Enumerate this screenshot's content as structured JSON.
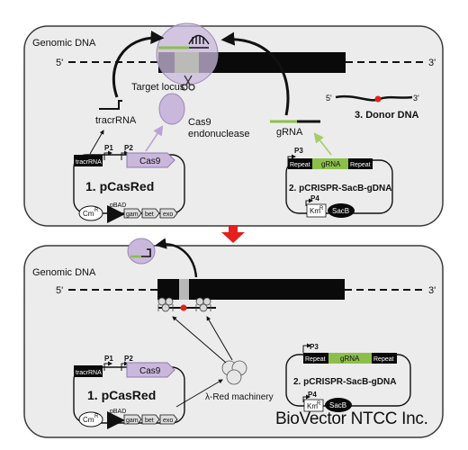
{
  "top": {
    "genomic_dna": "Genomic DNA",
    "five_prime": "5'",
    "three_prime": "3'",
    "target_locus": "Target locus",
    "tracrrna": "tracrRNA",
    "cas9_label_1": "Cas9",
    "cas9_label_2": "endonuclease",
    "grna": "gRNA",
    "donor_5": "5'",
    "donor_3": "3'",
    "donor_label": "3. Donor DNA",
    "pcasred": {
      "name": "1. pCasRed",
      "tracrrna_box": "tracrRNA",
      "cas9_box": "Cas9",
      "p1": "P1",
      "p2": "P2",
      "pbad": "pBAD",
      "cm": "Cm",
      "cm_sup": "R",
      "gam": "gam",
      "bet": "bet",
      "exo": "exo"
    },
    "pcrispr": {
      "name": "2. pCRISPR-SacB-gDNA",
      "repeat_left": "Repeat",
      "grna_box": "gRNA",
      "repeat_right": "Repeat",
      "p3": "P3",
      "p4": "P4",
      "km": "Km",
      "km_sup": "R",
      "sacb": "SacB"
    }
  },
  "bottom": {
    "genomic_dna": "Genomic DNA",
    "five_prime": "5'",
    "three_prime": "3'",
    "lambda_red": "λ-Red machinery",
    "pcasred": {
      "name": "1. pCasRed",
      "tracrrna_box": "tracrRNA",
      "cas9_box": "Cas9",
      "p1": "P1",
      "p2": "P2",
      "pbad": "pBAD",
      "cm": "Cm",
      "cm_sup": "R",
      "gam": "gam",
      "bet": "bet",
      "exo": "exo"
    },
    "pcrispr": {
      "name": "2. pCRISPR-SacB-gDNA",
      "repeat_left": "Repeat",
      "grna_box": "gRNA",
      "repeat_right": "Repeat",
      "p3": "P3",
      "p4": "P4",
      "km": "Km",
      "km_sup": "R",
      "sacb": "SacB"
    }
  },
  "watermark": "BioVector NTCC Inc.",
  "colors": {
    "panel_bg": "#ececec",
    "panel_border": "#3a3a3a",
    "green": "#8cbf4a",
    "cas9_purple": "#c9b8dc",
    "cas9_border": "#9c86b8",
    "red_arrow": "#e3201b",
    "dot_red": "#e3201b"
  }
}
